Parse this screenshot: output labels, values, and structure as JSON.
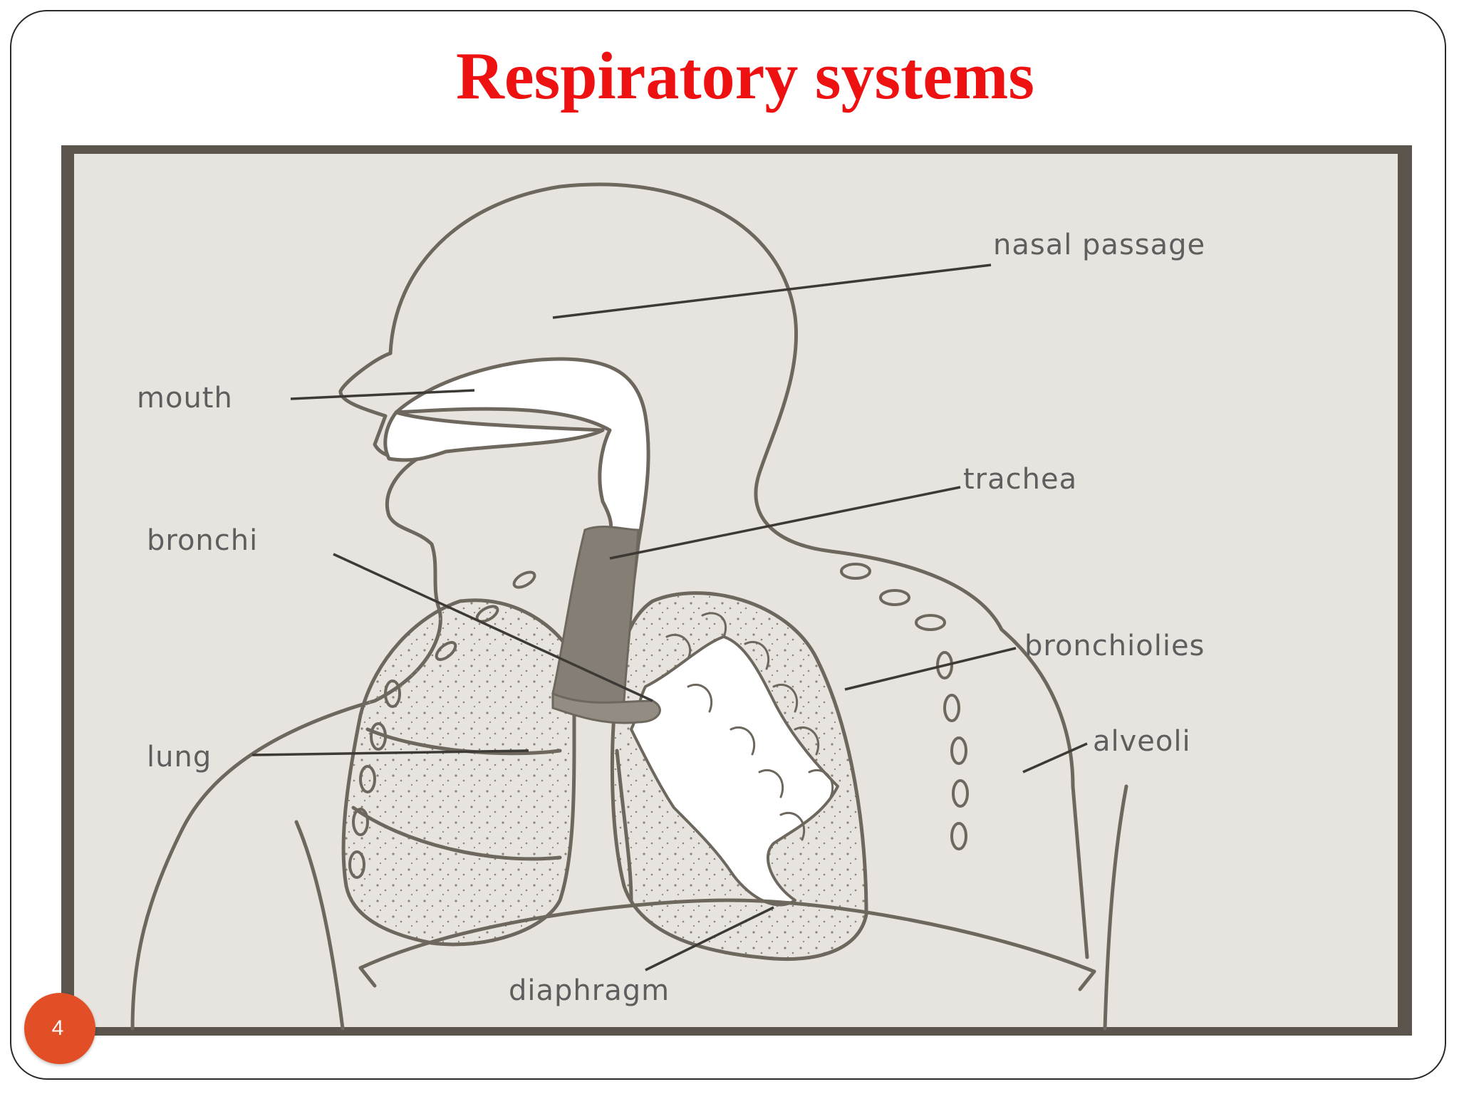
{
  "slide": {
    "title": "Respiratory systems",
    "number": "4",
    "number_badge_color": "#e24f26",
    "title_color": "#ee1111"
  },
  "diagram": {
    "background_color": "#e7e4df",
    "border_color": "#5a544c",
    "labels": {
      "nasal_passage": "nasal passage",
      "mouth": "mouth",
      "trachea": "trachea",
      "bronchi": "bronchi",
      "bronchiolies": "bronchiolies",
      "lung": "lung",
      "alveoli": "alveoli",
      "diaphragm": "diaphragm"
    }
  }
}
